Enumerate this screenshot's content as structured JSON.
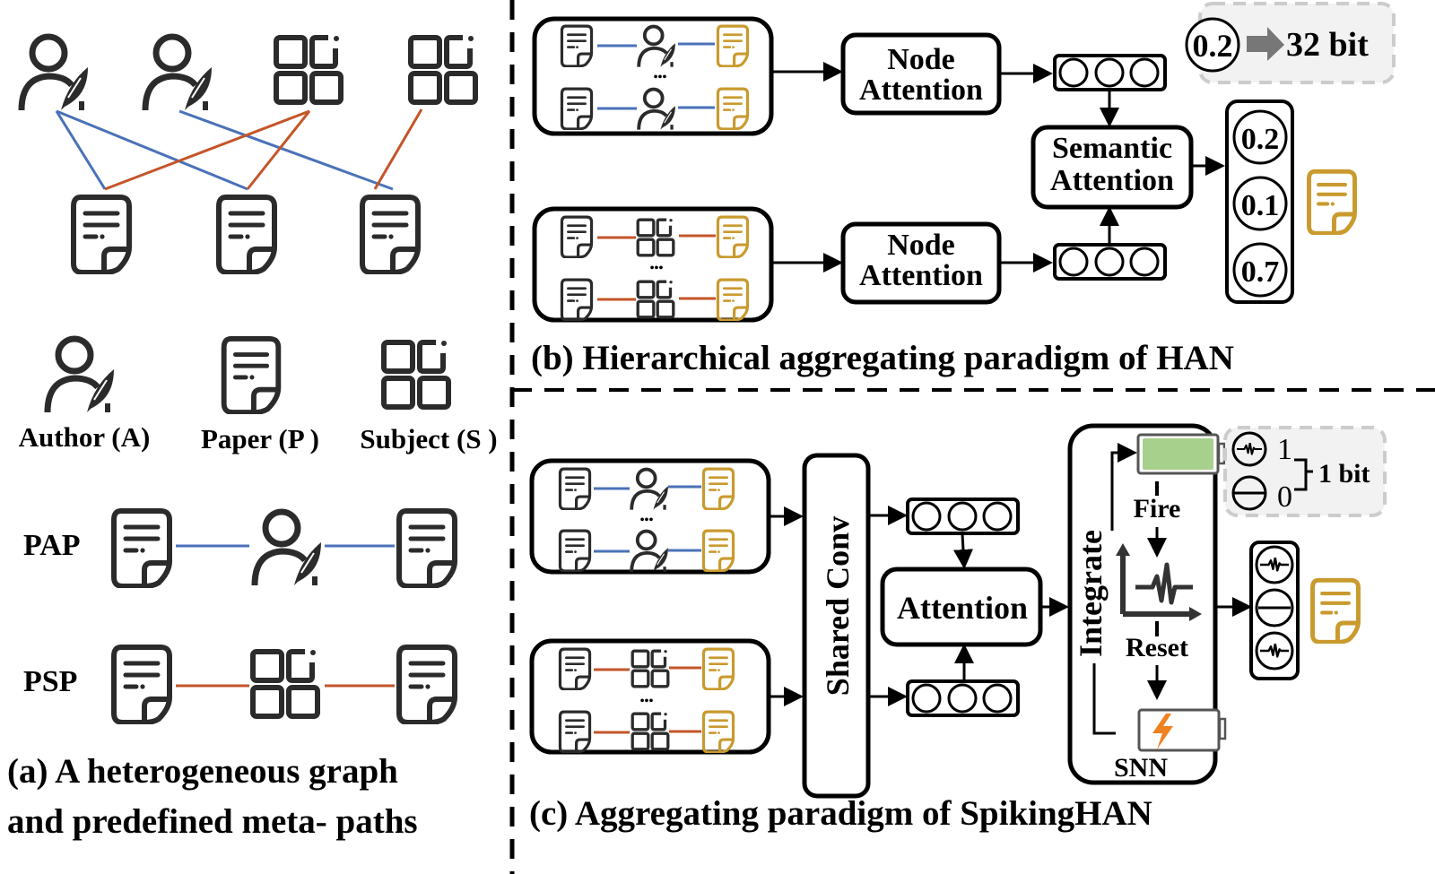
{
  "colors": {
    "icon": "#2b2b2b",
    "author_edge": "#4a72b8",
    "subject_edge": "#c4552a",
    "target_paper": "#c99a2e",
    "battery_full": "#a8d08d",
    "lightning": "#f08020",
    "legend_bg": "#f2f2f2",
    "legend_border": "#cccccc",
    "arrow_gray": "#777777"
  },
  "panel_a": {
    "legend": {
      "author": "Author (A)",
      "paper": "Paper (P )",
      "subject": "Subject (S )"
    },
    "metapaths": [
      {
        "label": "PAP",
        "middle": "author",
        "edge": "author_edge"
      },
      {
        "label": "PSP",
        "middle": "subject",
        "edge": "subject_edge"
      }
    ],
    "caption_line1": "(a) A heterogeneous graph",
    "caption_line2": "and predefined meta- paths"
  },
  "panel_b": {
    "node_attention_line1": "Node",
    "node_attention_line2": "Attention",
    "semantic_attention_line1": "Semantic",
    "semantic_attention_line2": "Attention",
    "weights": [
      "0.2",
      "0.1",
      "0.7"
    ],
    "legend_value": "0.2",
    "legend_bits": "32 bit",
    "ellipsis": "•••",
    "caption": "(b) Hierarchical aggregating paradigm of HAN"
  },
  "panel_c": {
    "shared_conv": "Shared Conv",
    "attention": "Attention",
    "integrate": "Integrate",
    "fire": "Fire",
    "reset": "Reset",
    "snn": "SNN",
    "legend_one": "1",
    "legend_zero": "0",
    "legend_bits": "1 bit",
    "spike_outputs": [
      1,
      0,
      1
    ],
    "ellipsis": "•••",
    "caption": "(c) Aggregating paradigm of  SpikingHAN"
  }
}
